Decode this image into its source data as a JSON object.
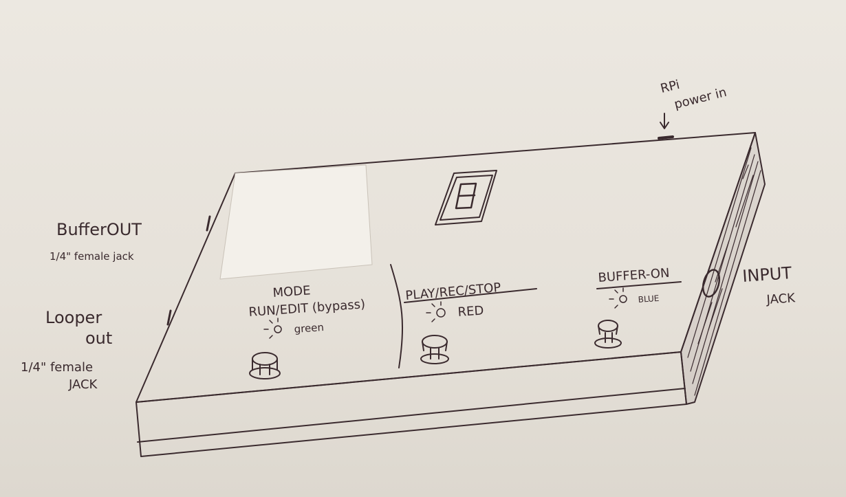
{
  "labels": {
    "buffer_out": "BufferOUT",
    "buffer_out_jack": "1/4\" female jack",
    "looper_out_line1": "Looper",
    "looper_out_line2": "out",
    "looper_out_jack_line1": "1/4\" female",
    "looper_out_jack_line2": "JACK",
    "rpi_line1": "RPi",
    "rpi_line2": "power in",
    "input_line1": "INPUT",
    "input_line2": "JACK",
    "seven_segment": "8.",
    "mode_title": "MODE",
    "mode_sub": "RUN/EDIT (bypass)",
    "mode_led": "green",
    "play_title": "PLAY/REC/STOP",
    "play_led": "RED",
    "buffer_title": "BUFFER-ON",
    "buffer_led": "BLUE"
  },
  "colors": {
    "ink": "#3a2a2e",
    "paper": "#ece8e1"
  }
}
